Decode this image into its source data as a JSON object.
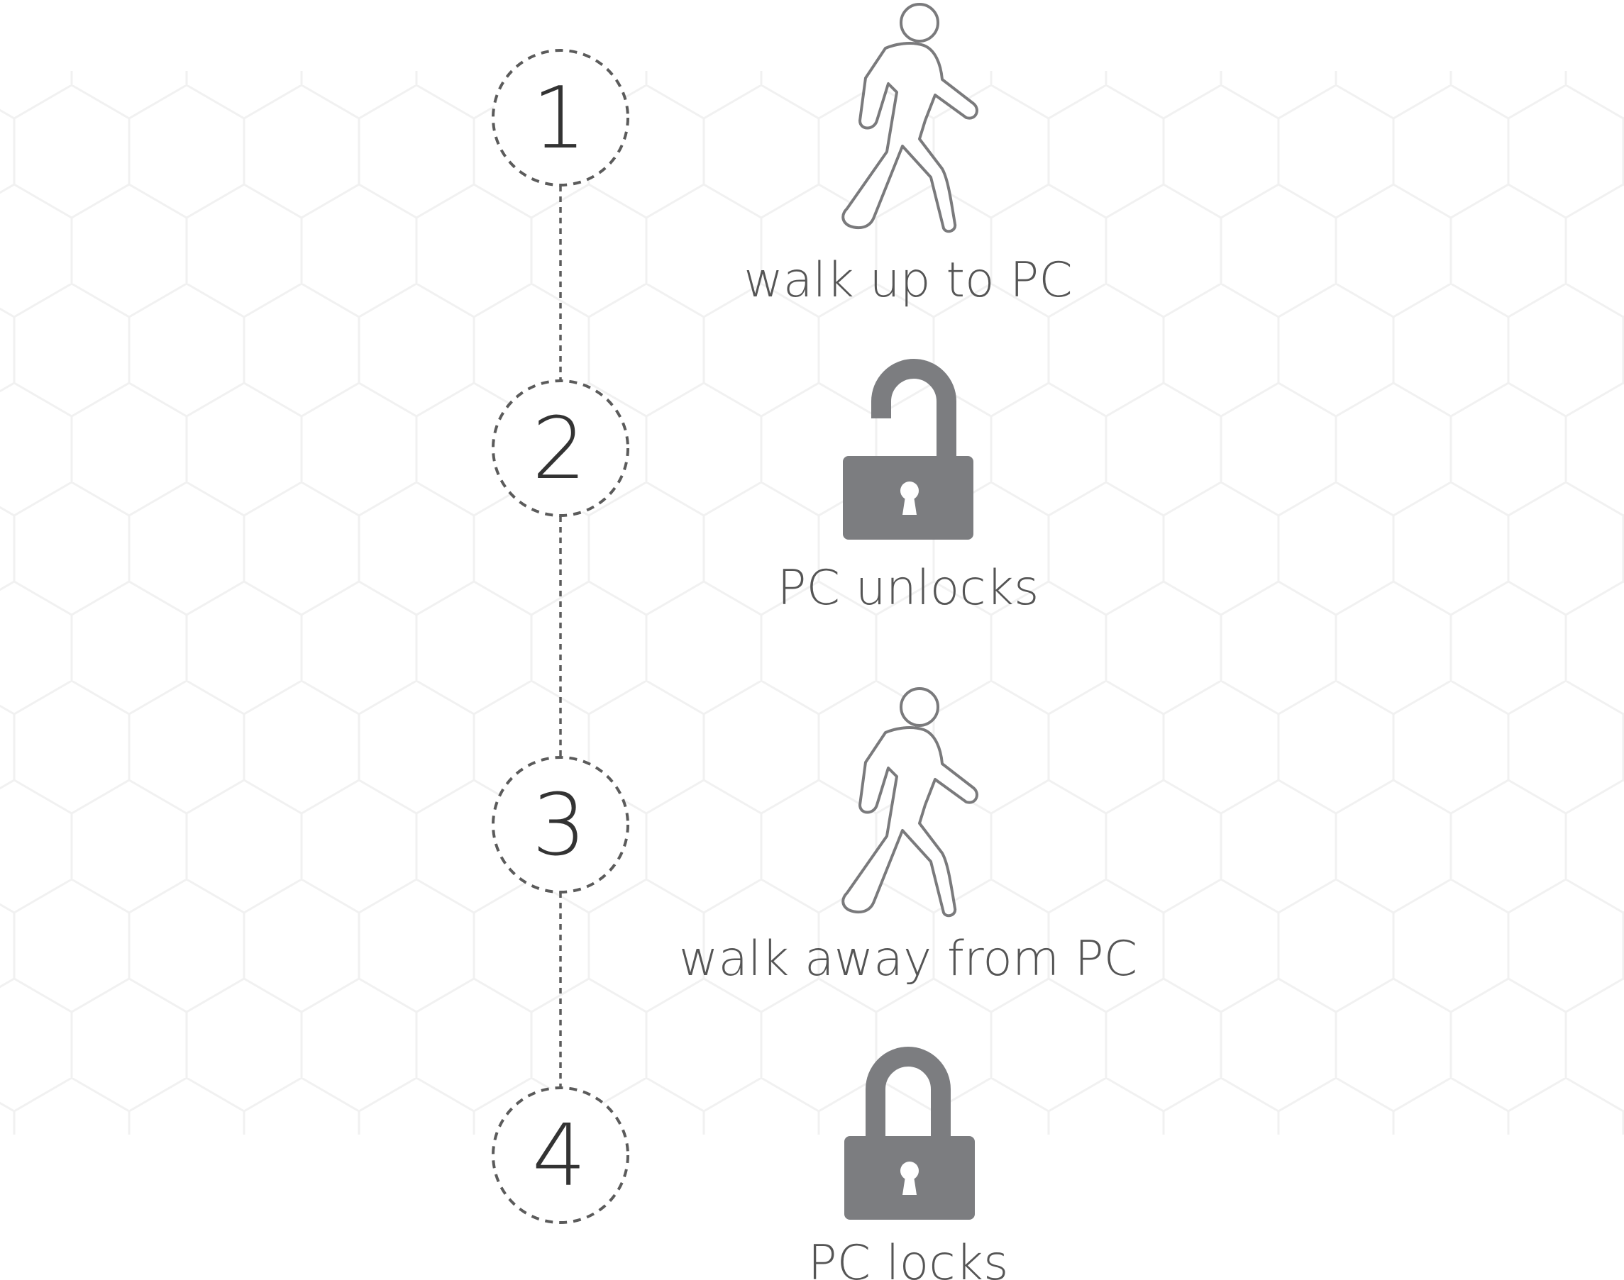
{
  "colors": {
    "background": "#ffffff",
    "hex_pattern": "#f3f3f3",
    "dashed_line": "#5b5b5b",
    "number_text": "#333333",
    "caption_text": "#555555",
    "icon_stroke": "#7a7a7c",
    "lock_fill": "#7c7d80"
  },
  "steps": [
    {
      "number": "1",
      "icon": "walking-person-icon",
      "caption": "walk up to PC"
    },
    {
      "number": "2",
      "icon": "unlocked-padlock-icon",
      "caption": "PC unlocks"
    },
    {
      "number": "3",
      "icon": "walking-person-icon",
      "caption": "walk away from PC"
    },
    {
      "number": "4",
      "icon": "locked-padlock-icon",
      "caption": "PC locks"
    }
  ]
}
